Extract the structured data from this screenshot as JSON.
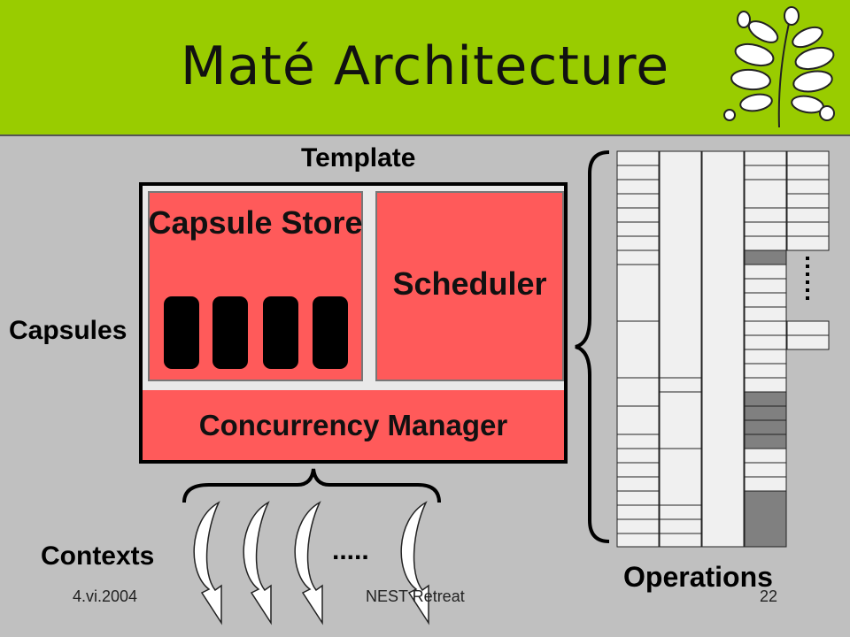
{
  "slide": {
    "title": "Maté Architecture",
    "template_label": "Template",
    "capsules_label": "Capsules",
    "contexts_label": "Contexts",
    "operations_label": "Operations",
    "ellipsis": "....."
  },
  "components": {
    "capsule_store": "Capsule Store",
    "scheduler": "Scheduler",
    "concurrency_manager": "Concurrency Manager"
  },
  "footer": {
    "date": "4.vi.2004",
    "event": "NEST Retreat",
    "page": "22"
  },
  "colors": {
    "header": "#99cc00",
    "background": "#c0c0c0",
    "component": "#ff5a5a",
    "capsule": "#000000",
    "operation_dark": "#808080",
    "operation_light": "#f0f0f0"
  },
  "icons": {
    "header_art": "plant-leaves-illustration",
    "contexts": "curved-arrow-icon"
  }
}
